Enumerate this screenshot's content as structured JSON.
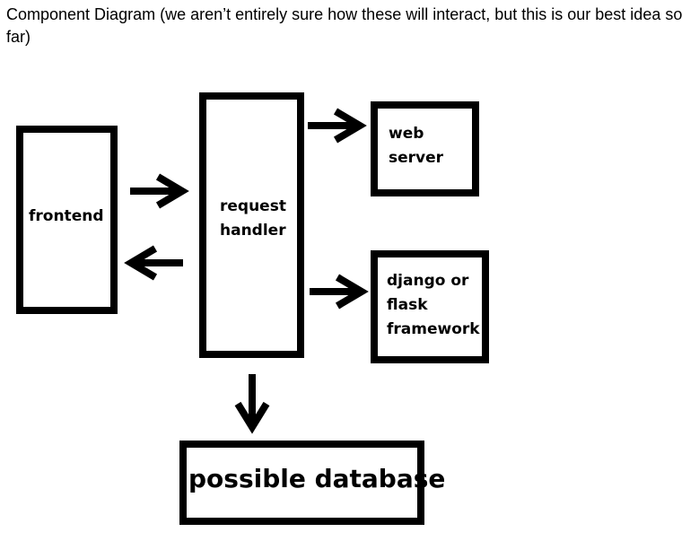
{
  "caption": "Component Diagram (we aren’t entirely sure how these will interact, but this is our best idea so far)",
  "components": {
    "frontend": {
      "lines": [
        "frontend"
      ]
    },
    "request_handler": {
      "lines": [
        "request",
        "handler"
      ]
    },
    "web_server": {
      "lines": [
        "web",
        "server"
      ]
    },
    "framework": {
      "lines": [
        "django or",
        "flask",
        "framework"
      ]
    },
    "database": {
      "lines": [
        "possible database"
      ]
    }
  },
  "connections": [
    {
      "from": "frontend",
      "to": "request_handler"
    },
    {
      "from": "request_handler",
      "to": "frontend"
    },
    {
      "from": "request_handler",
      "to": "web_server"
    },
    {
      "from": "request_handler",
      "to": "framework"
    },
    {
      "from": "request_handler",
      "to": "database"
    }
  ]
}
